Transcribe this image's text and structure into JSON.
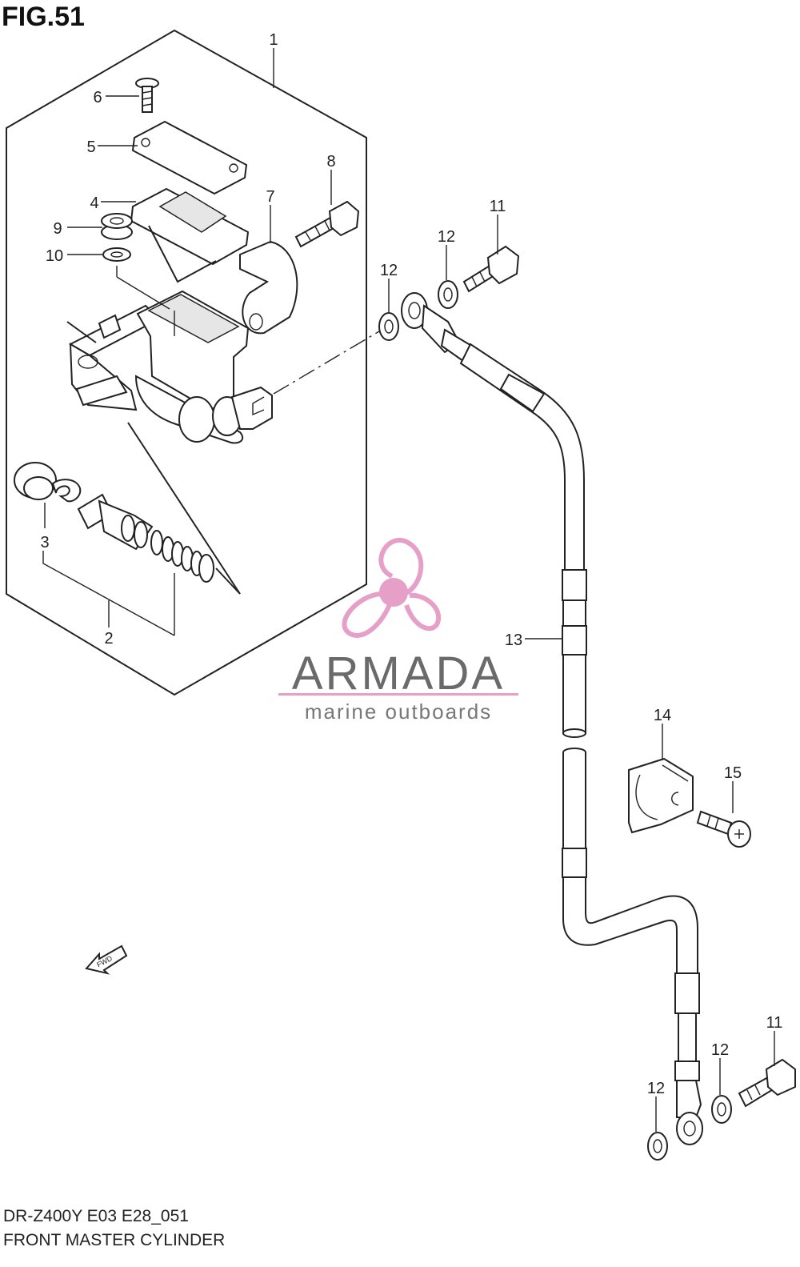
{
  "figure": {
    "title": "FIG.51",
    "model_code": "DR-Z400Y  E03  E28_051",
    "name": "FRONT MASTER CYLINDER",
    "fwd_label": "FWD"
  },
  "watermark": {
    "brand": "ARMADA",
    "tagline": "marine outboards",
    "accent_color": "#e6a0c8",
    "text_color": "#6a6a6a"
  },
  "callouts": {
    "c1": "1",
    "c2": "2",
    "c3": "3",
    "c4": "4",
    "c5": "5",
    "c6": "6",
    "c7": "7",
    "c8": "8",
    "c9": "9",
    "c10": "10",
    "c11a": "11",
    "c11b": "11",
    "c12a": "12",
    "c12b": "12",
    "c12c": "12",
    "c12d": "12",
    "c13": "13",
    "c14": "14",
    "c15": "15"
  }
}
